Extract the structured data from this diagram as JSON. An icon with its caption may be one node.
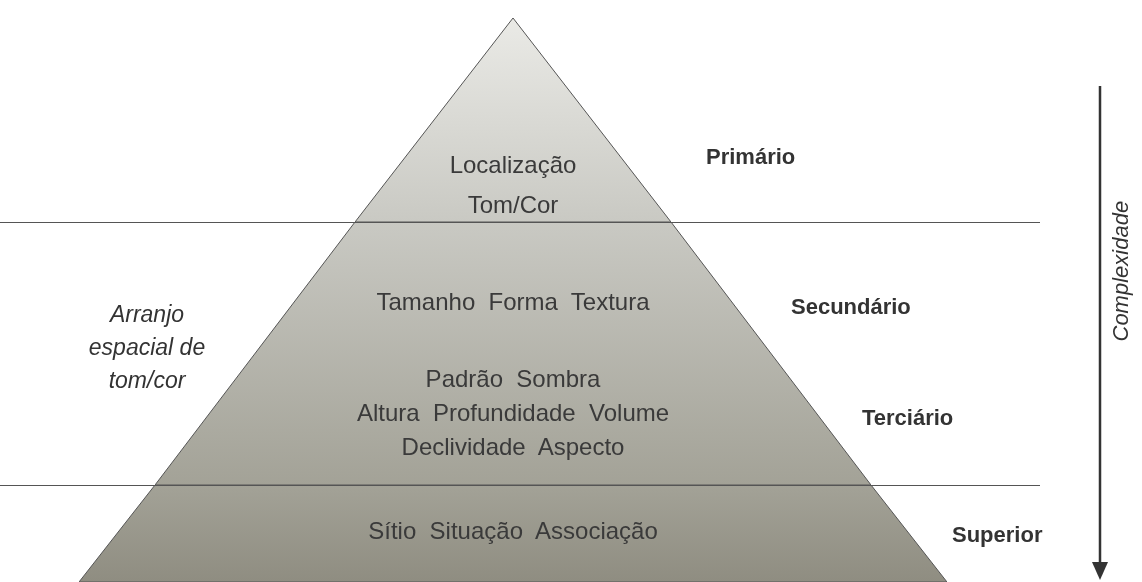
{
  "diagram": {
    "nodes": [
      {
        "text": [
          "Localização",
          "Tom/Cor"
        ]
      },
      {
        "text": [
          "Tamanho  Forma  Textura",
          "Padrão  Sombra",
          "Altura  Profundidade  Volume",
          "Declividade  Aspecto"
        ]
      },
      {
        "text": [
          "Sítio  Situação  Associação"
        ]
      }
    ],
    "labels": [
      "Primário",
      "Arranjo espacial de tom/cor",
      "Secundário",
      "Terciário",
      "Superior",
      "Complexidade"
    ]
  }
}
